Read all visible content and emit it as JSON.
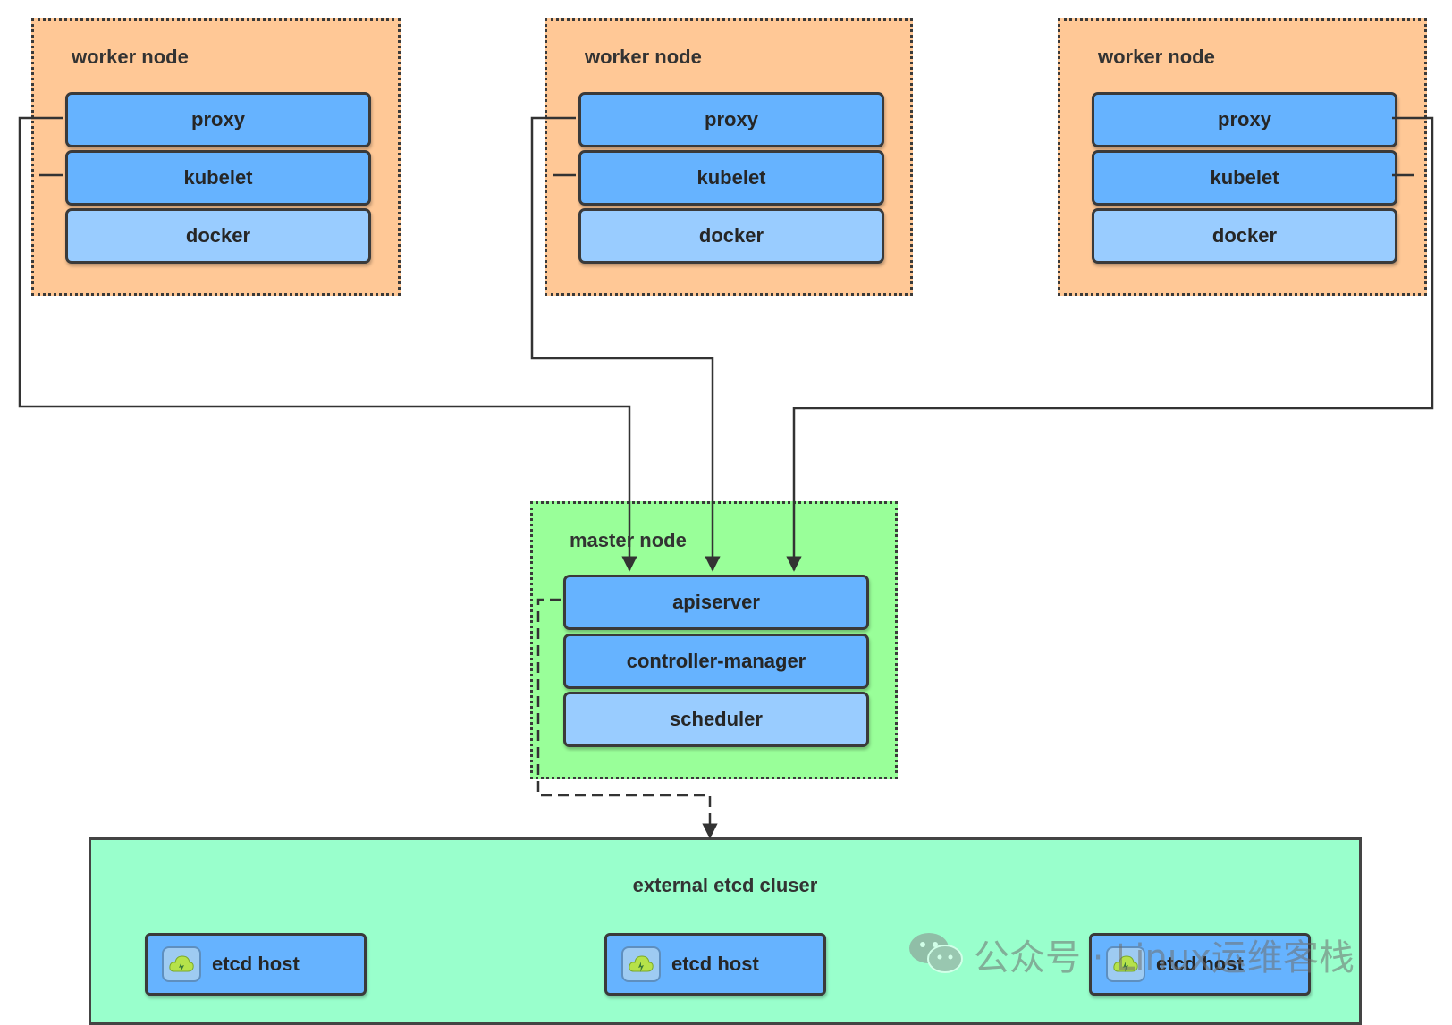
{
  "worker_nodes": [
    {
      "title": "worker node",
      "components": [
        "proxy",
        "kubelet",
        "docker"
      ]
    },
    {
      "title": "worker node",
      "components": [
        "proxy",
        "kubelet",
        "docker"
      ]
    },
    {
      "title": "worker node",
      "components": [
        "proxy",
        "kubelet",
        "docker"
      ]
    }
  ],
  "master_node": {
    "title": "master node",
    "components": [
      "apiserver",
      "controller-manager",
      "scheduler"
    ]
  },
  "etcd_cluster": {
    "title": "external etcd cluser",
    "hosts": [
      "etcd host",
      "etcd host",
      "etcd host"
    ]
  },
  "watermark": {
    "text": "公众号 · Linux运维客栈"
  },
  "colors": {
    "worker_bg": "#ffc896",
    "master_bg": "#99ff99",
    "cluster_bg": "#99ffcc",
    "component_dark": "#66b3ff",
    "component_light": "#99ccff",
    "line": "#333333"
  },
  "icons": {
    "etcd_host": "cloud-icon",
    "watermark": "wechat-icon"
  }
}
